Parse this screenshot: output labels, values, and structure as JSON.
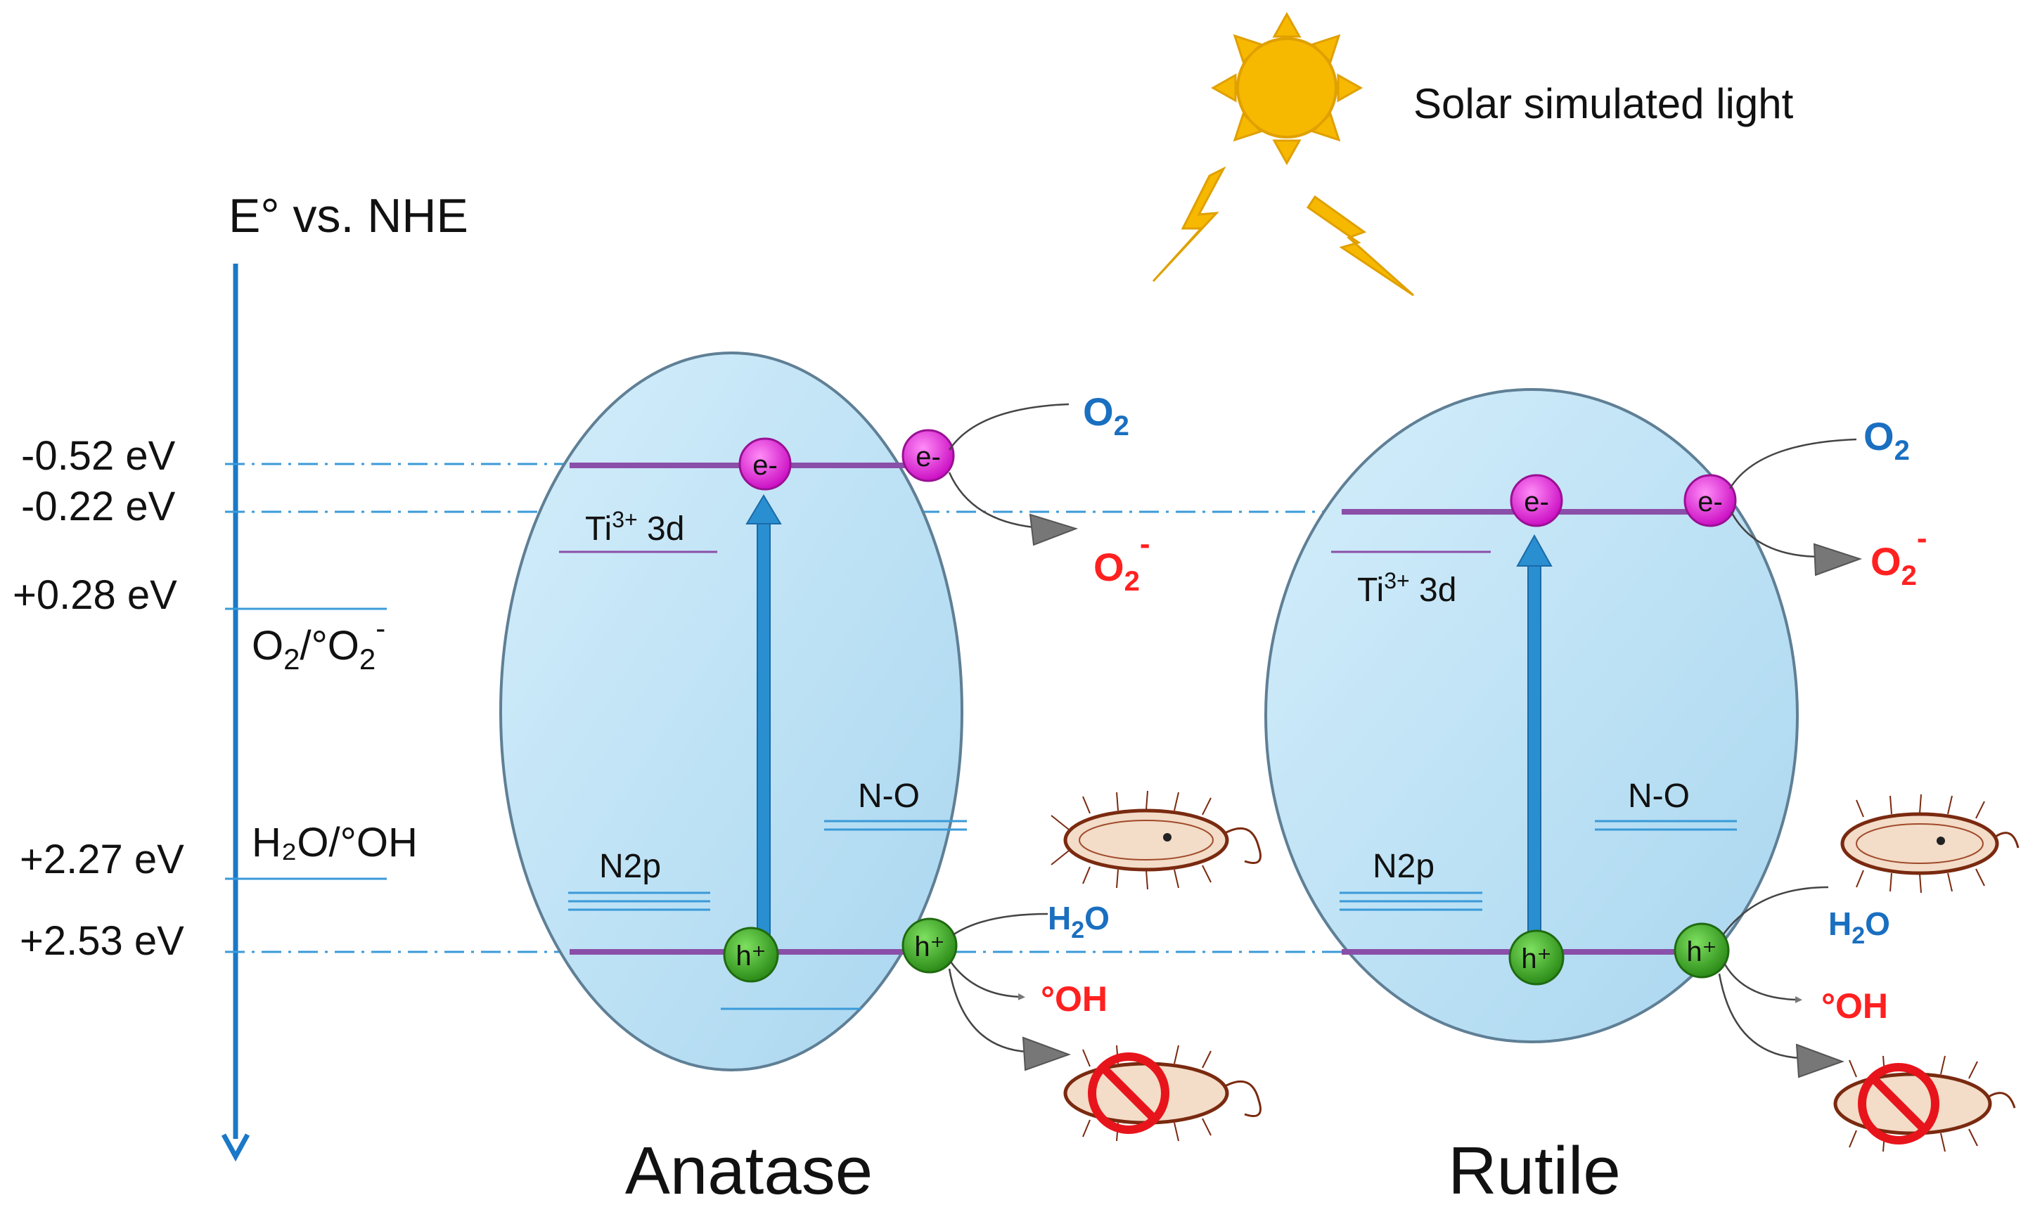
{
  "axis": {
    "title": "E° vs. NHE"
  },
  "light": {
    "label": "Solar simulated light"
  },
  "energy_levels": [
    {
      "label": "-0.52 eV",
      "value": -0.52
    },
    {
      "label": "-0.22 eV",
      "value": -0.22
    },
    {
      "label": "+0.28 eV",
      "value": 0.28
    },
    {
      "label": "+2.27 eV",
      "value": 2.27
    },
    {
      "label": "+2.53 eV",
      "value": 2.53
    }
  ],
  "redox": {
    "o2_couple": {
      "main": "O",
      "sub1": "2",
      "slash": "/°O",
      "sub2": "2",
      "sup": "-"
    },
    "h2o_couple": "H₂O/°OH"
  },
  "phases": [
    {
      "name": "Anatase",
      "ti_label": {
        "base": "Ti",
        "sup": "3+",
        "rest": " 3d"
      },
      "n2p": "N2p",
      "no": "N-O",
      "electron": "e-",
      "hole": "h⁺"
    },
    {
      "name": "Rutile",
      "ti_label": {
        "base": "Ti",
        "sup": "3+",
        "rest": " 3d"
      },
      "n2p": "N2p",
      "no": "N-O",
      "electron": "e-",
      "hole": "h⁺"
    }
  ],
  "species": {
    "o2": {
      "main": "O",
      "sub": "2"
    },
    "superoxide": {
      "main": "O",
      "sub": "2",
      "sup": "-"
    },
    "water": {
      "main": "H",
      "sub": "2",
      "rest": "O"
    },
    "hydroxyl": "°OH"
  },
  "colors": {
    "axis_blue": "#1a78c8",
    "ellipse_fill": "#bfe3f7",
    "band_purple": "#8a4fa8",
    "electron_magenta": "#e020d8",
    "hole_green": "#3aa824",
    "sun_yellow": "#f7b800",
    "species_blue": "#1a6fc0",
    "species_red": "#ff2020"
  }
}
